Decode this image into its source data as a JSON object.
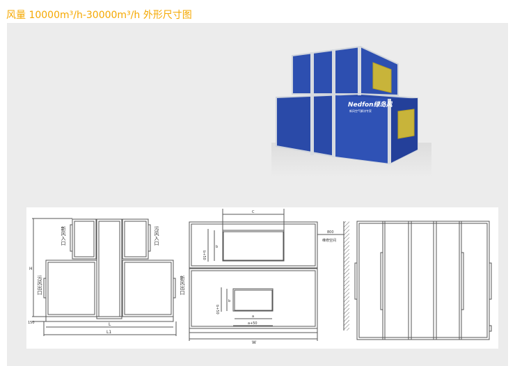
{
  "title": "风量 10000m³/h-30000m³/h 外形尺寸图",
  "product": {
    "brand_logo": "Nedfon绿岛风",
    "brand_tagline": "新风空气解决专家",
    "body_color": "#2d4fb0"
  },
  "front_view": {
    "labels": {
      "fresh_in": "新风入口",
      "exhaust_in": "污风入口",
      "exhaust_out": "污风出口",
      "fresh_out": "新风出口"
    },
    "dims": {
      "height": "H",
      "base": "150",
      "length": "L",
      "length1": "L1"
    }
  },
  "side_view": {
    "dims": {
      "c": "C",
      "b_plus": "b+50",
      "b": "b",
      "a": "a",
      "a_plus": "a+50",
      "width": "W",
      "service": "800",
      "service_label": "维修空间"
    }
  },
  "colors": {
    "title": "#F5A800",
    "panel": "#ececec",
    "line": "#555555"
  }
}
